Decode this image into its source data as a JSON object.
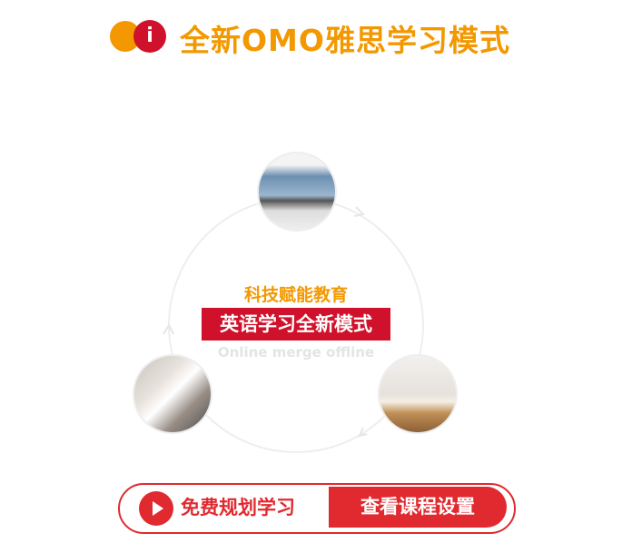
{
  "header": {
    "info_icon_glyph": "i",
    "title": "全新OMO雅思学习模式"
  },
  "center": {
    "tagline": "科技赋能教育",
    "highlight": "英语学习全新模式",
    "english": "Online merge offline"
  },
  "photos": [
    {
      "name": "laptop-photo"
    },
    {
      "name": "classroom-photo"
    },
    {
      "name": "book-photo"
    }
  ],
  "cta": {
    "free_label": "免费规划学习",
    "view_label": "查看课程设置"
  },
  "colors": {
    "orange": "#f39800",
    "red": "#d0112b",
    "cta_red": "#e02a30"
  }
}
